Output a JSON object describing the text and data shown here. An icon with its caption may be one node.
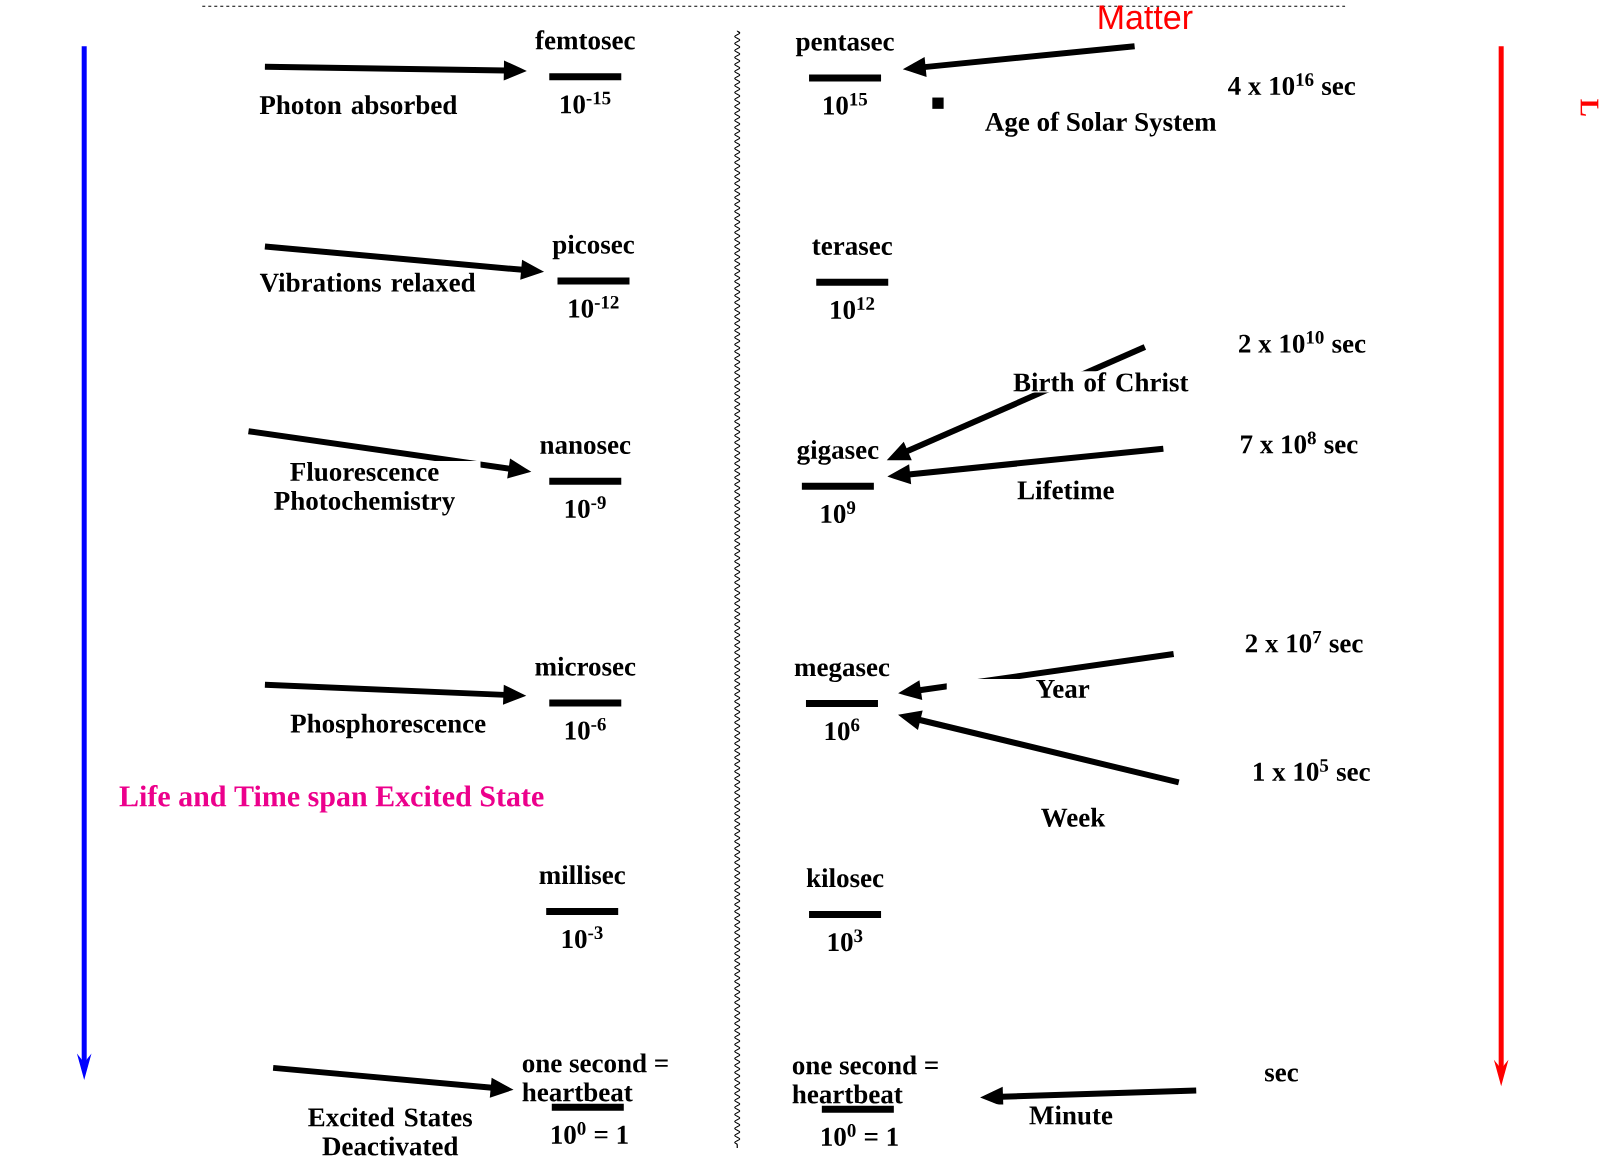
{
  "diagram": {
    "nodes": [
      {
        "text": [
          "femtosec",
          "10$^{-15}$"
        ]
      },
      {
        "text": [
          "picosec",
          "10$^{-12}$"
        ]
      },
      {
        "text": [
          "nanosec",
          "10$^{-9}$"
        ]
      },
      {
        "text": [
          "microsec",
          "10$^{-6}$"
        ]
      },
      {
        "text": [
          "millisec",
          "10$^{-3}$"
        ]
      },
      {
        "text": [
          "one second = heartbeat",
          "10$^{0}$ = 1"
        ]
      },
      {
        "text": [
          "pentasec",
          "10$^{15}$"
        ]
      },
      {
        "text": [
          "terasec",
          "10$^{12}$"
        ]
      },
      {
        "text": [
          "gigasec",
          "10$^{9}$"
        ]
      },
      {
        "text": [
          "megasec",
          "10$^{6}$"
        ]
      },
      {
        "text": [
          "kilosec",
          "10$^{3}$"
        ]
      },
      {
        "text": [
          "one second = heartbeat",
          "10$^{0}$ = 1"
        ]
      }
    ],
    "edges": [
      {
        "from": null,
        "to": 0,
        "arrow": "to",
        "label": "Photon absorbed"
      },
      {
        "from": null,
        "to": 1,
        "arrow": "to",
        "label": "Vibrations relaxed"
      },
      {
        "from": null,
        "to": 2,
        "arrow": "to",
        "label": "Fluorescence Photochemistry"
      },
      {
        "from": null,
        "to": 3,
        "arrow": "to",
        "label": "Phosphorescence"
      },
      {
        "from": null,
        "to": 5,
        "arrow": "to",
        "label": "Excited States Deactivated"
      },
      {
        "from": null,
        "to": 6,
        "arrow": "to"
      },
      {
        "from": null,
        "to": 8,
        "arrow": "to",
        "label": "Birth of Christ"
      },
      {
        "from": null,
        "to": 8,
        "arrow": "to",
        "label": "Lifetime"
      },
      {
        "from": null,
        "to": 9,
        "arrow": "to",
        "label": "Year"
      },
      {
        "from": null,
        "to": 9,
        "arrow": "to",
        "label": "Week"
      },
      {
        "from": null,
        "to": 11,
        "arrow": "to",
        "label": "Minute"
      }
    ],
    "labels": [
      "Matter",
      "4 x 10$^{16}$ sec",
      "Age of Solar System",
      "L",
      "2 x 10$^{10}$ sec",
      "7 x 10$^{8}$ sec",
      "2 x 10$^{7}$ sec",
      "1 x 10$^{5}$ sec",
      "Life and Time span Excited State",
      "sec"
    ]
  }
}
